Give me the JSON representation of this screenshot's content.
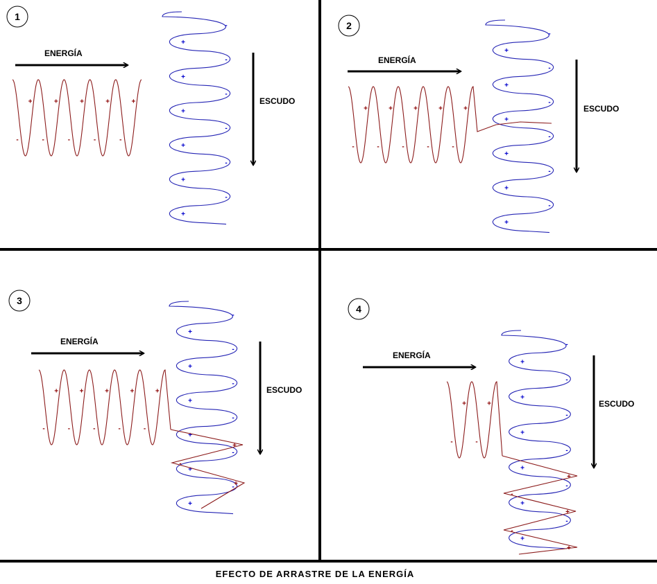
{
  "caption": "EFECTO DE ARRASTRE DE LA ENERGÍA",
  "colors": {
    "energy_wave": "#8b1a1a",
    "energy_sign": "#8b0000",
    "shield_coil": "#2323b4",
    "shield_sign": "#0000cc",
    "lines": "#000000"
  },
  "panels": [
    {
      "number": "1",
      "energy_label": "ENERGÍA",
      "shield_label": "ESCUDO",
      "energy_signs": {
        "positive": "+",
        "negative": "-"
      },
      "shield_signs": {
        "positive": "+",
        "negative": "-"
      }
    },
    {
      "number": "2",
      "energy_label": "ENERGÍA",
      "shield_label": "ESCUDO",
      "energy_signs": {
        "positive": "+",
        "negative": "-"
      },
      "shield_signs": {
        "positive": "+",
        "negative": "-"
      }
    },
    {
      "number": "3",
      "energy_label": "ENERGÍA",
      "shield_label": "ESCUDO",
      "energy_signs": {
        "positive": "+",
        "negative": "-"
      },
      "shield_signs": {
        "positive": "+",
        "negative": "-"
      }
    },
    {
      "number": "4",
      "energy_label": "ENERGÍA",
      "shield_label": "ESCUDO",
      "energy_signs": {
        "positive": "+",
        "negative": "-"
      },
      "shield_signs": {
        "positive": "+",
        "negative": "-"
      }
    }
  ]
}
